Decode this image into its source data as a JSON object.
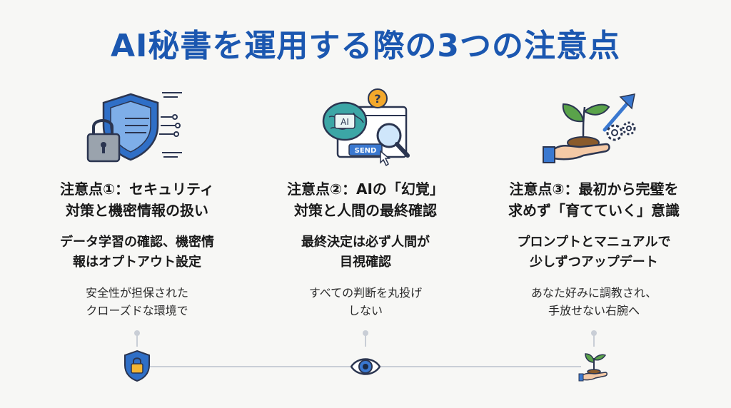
{
  "title": "AI秘書を運用する際の3つの注意点",
  "points": [
    {
      "heading_line1": "注意点①：セキュリティ",
      "heading_line2": "対策と機密情報の扱い",
      "subhead_line1": "データ学習の確認、機密情",
      "subhead_line2": "報はオプトアウト設定",
      "note_line1": "安全性が担保された",
      "note_line2": "クローズドな環境で",
      "icon": "shield-lock-icon",
      "timeline_icon": "shield-lock-icon"
    },
    {
      "heading_line1": "注意点②：AIの「幻覚」",
      "heading_line2": "対策と人間の最終確認",
      "subhead_line1": "最終決定は必ず人間が",
      "subhead_line2": "目視確認",
      "note_line1": "すべての判断を丸投げ",
      "note_line2": "しない",
      "icon": "ai-brain-magnifier-icon",
      "send_label": "SEND",
      "ai_label": "AI",
      "timeline_icon": "eye-icon"
    },
    {
      "heading_line1": "注意点③：最初から完璧を",
      "heading_line2": "求めず「育てていく」意識",
      "subhead_line1": "プロンプトとマニュアルで",
      "subhead_line2": "少しずつアップデート",
      "note_line1": "あなた好みに調教され、",
      "note_line2": "手放せない右腕へ",
      "icon": "hand-sprout-icon",
      "timeline_icon": "hand-sprout-icon"
    }
  ],
  "colors": {
    "title": "#1b57b0",
    "accent_blue": "#2f6fc7",
    "gray": "#c9ced6",
    "green": "#4f9a3c"
  }
}
